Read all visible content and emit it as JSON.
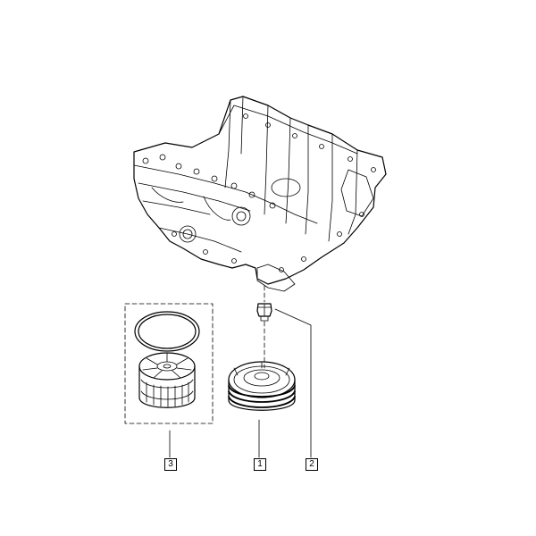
{
  "callouts": {
    "oil_filter_cartridge": "3",
    "oil_filter_housing_cap": "1",
    "drain_plug": "2"
  }
}
